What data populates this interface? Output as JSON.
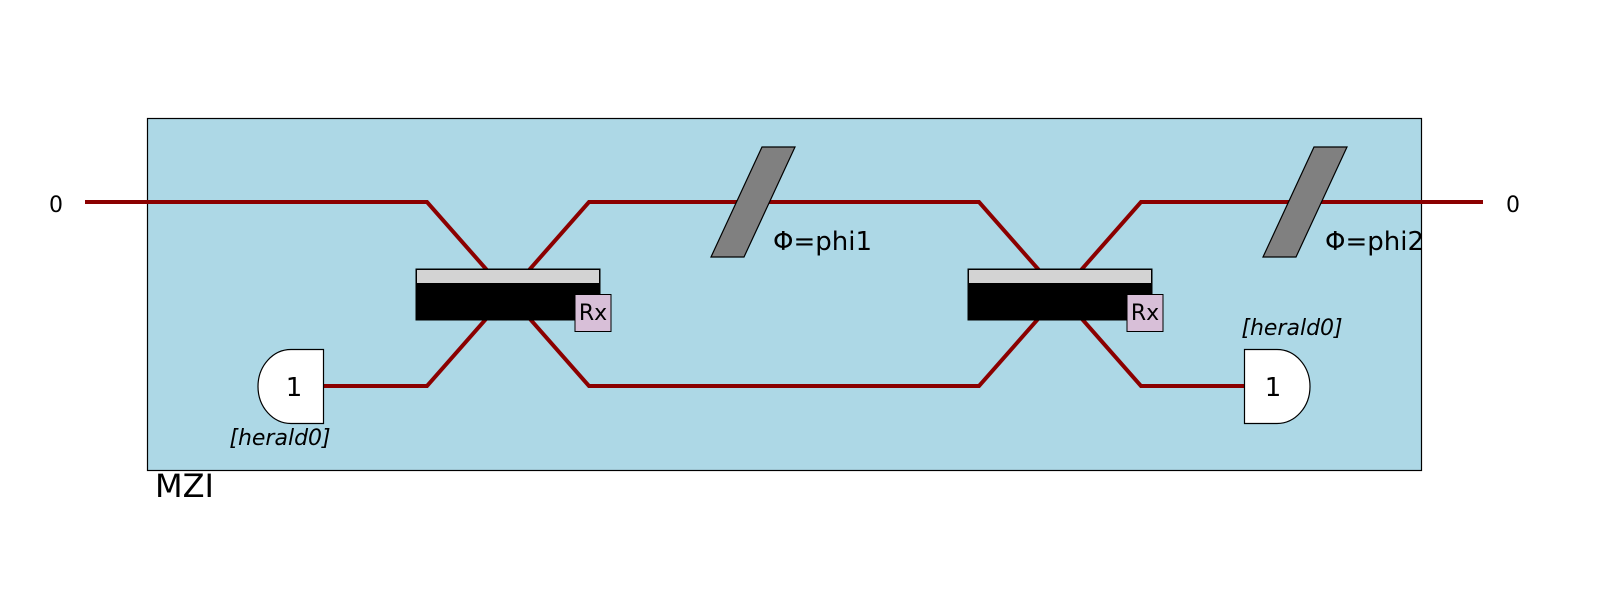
{
  "circuit": {
    "name": "MZI",
    "input_mode_label": "0",
    "output_mode_label": "0",
    "components": [
      {
        "type": "beam-splitter",
        "label": "Rx"
      },
      {
        "type": "phase-shifter",
        "label": "Φ=phi1"
      },
      {
        "type": "beam-splitter",
        "label": "Rx"
      },
      {
        "type": "phase-shifter",
        "label": "Φ=phi2"
      }
    ],
    "heralds": [
      {
        "side": "input",
        "value": "1",
        "label": "[herald0]"
      },
      {
        "side": "output",
        "value": "1",
        "label": "[herald0]"
      }
    ]
  },
  "colors": {
    "box": "#add8e6",
    "wire": "#8b0000",
    "beam_splitter": "#000000",
    "beam_splitter_top": "#d3d3d3",
    "rx_tag": "#d8bfd8",
    "phase_shifter": "#808080"
  }
}
